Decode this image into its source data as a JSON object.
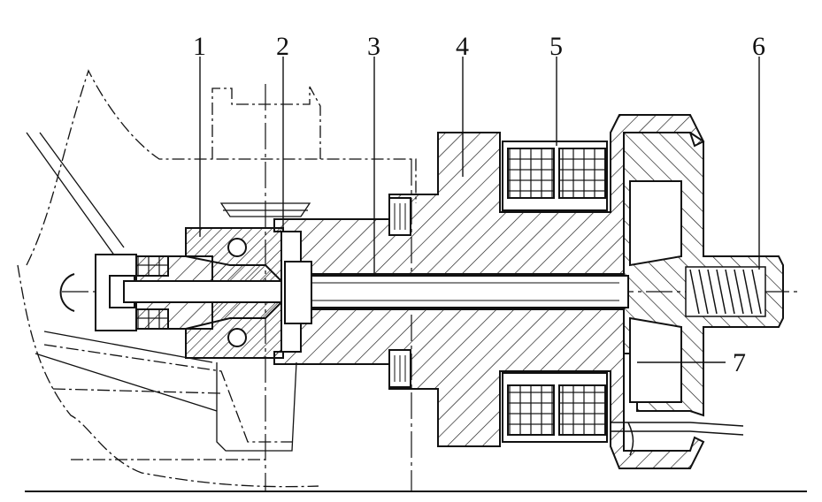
{
  "colors": {
    "line": "#111111",
    "background": "#ffffff"
  },
  "callouts": [
    {
      "id": "c1",
      "label": "1"
    },
    {
      "id": "c2",
      "label": "2"
    },
    {
      "id": "c3",
      "label": "3"
    },
    {
      "id": "c4",
      "label": "4"
    },
    {
      "id": "c5",
      "label": "5"
    },
    {
      "id": "c6",
      "label": "6"
    },
    {
      "id": "c7",
      "label": "7"
    }
  ]
}
